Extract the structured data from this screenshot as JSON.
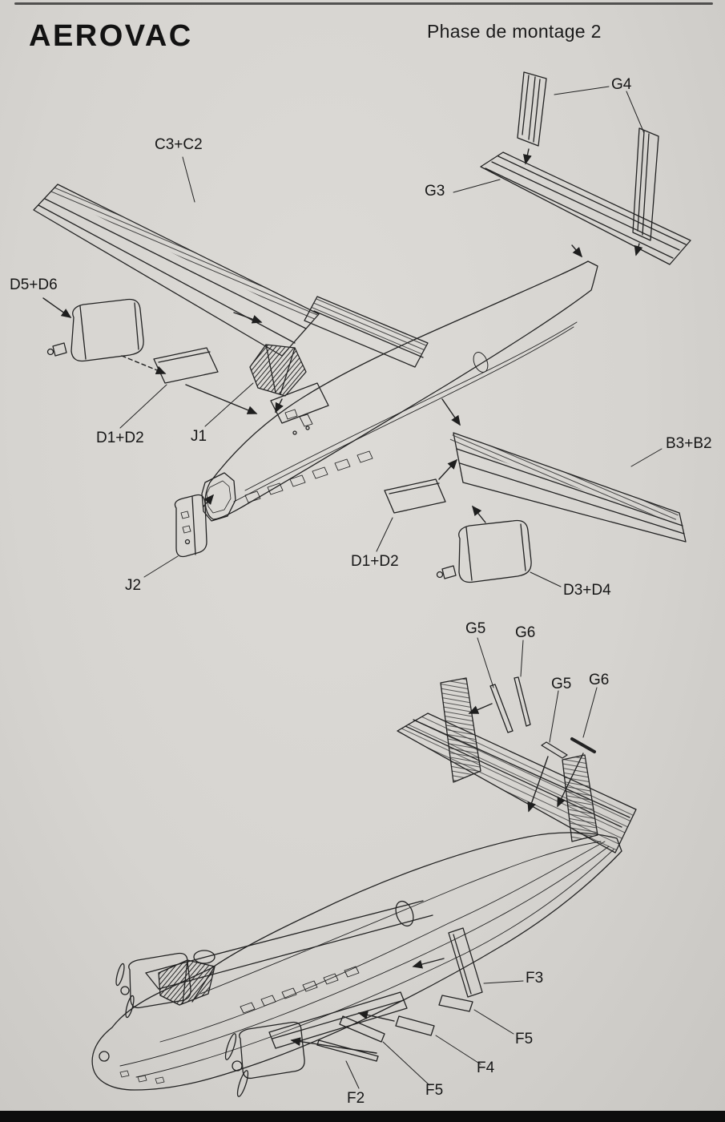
{
  "page": {
    "brand": "AEROVAC",
    "title": "Phase de montage 2"
  },
  "colors": {
    "paper": "#d6d4d0",
    "ink": "#1e1e1e"
  },
  "diagram_top": {
    "name": "exploded-assembly-view-aircraft",
    "labels": [
      {
        "text": "C3+C2"
      },
      {
        "text": "G4"
      },
      {
        "text": "G3"
      },
      {
        "text": "D5+D6"
      },
      {
        "text": "D1+D2"
      },
      {
        "text": "J1"
      },
      {
        "text": "B3+B2"
      },
      {
        "text": "J2"
      },
      {
        "text": "D1+D2"
      },
      {
        "text": "D3+D4"
      }
    ]
  },
  "diagram_bottom": {
    "name": "tail-and-underside-assembly-view",
    "labels": [
      {
        "text": "G5"
      },
      {
        "text": "G6"
      },
      {
        "text": "G5"
      },
      {
        "text": "G6"
      },
      {
        "text": "F3"
      },
      {
        "text": "F5"
      },
      {
        "text": "F4"
      },
      {
        "text": "F5"
      },
      {
        "text": "F2"
      }
    ]
  }
}
